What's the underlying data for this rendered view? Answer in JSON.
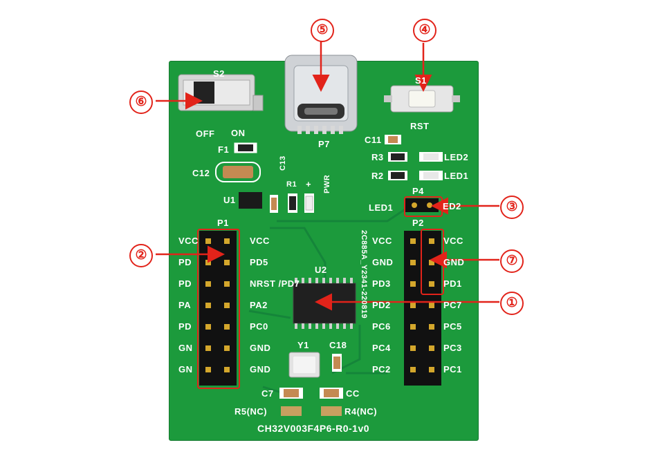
{
  "callouts": [
    "①",
    "②",
    "③",
    "④",
    "⑤",
    "⑥",
    "⑦"
  ],
  "silkscreen": {
    "s2": "S2",
    "off": "OFF",
    "on": "ON",
    "f1": "F1",
    "c12": "C12",
    "u1": "U1",
    "c13": "C13",
    "r1": "R1",
    "plus": "+",
    "pwr": "PWR",
    "p7": "P7",
    "s1": "S1",
    "rst": "RST",
    "c11": "C11",
    "r3": "R3",
    "r2": "R2",
    "led2": "LED2",
    "led1": "LED1",
    "p4": "P4",
    "led1b": "LED1",
    "led2b": "ED2",
    "p1": "P1",
    "p2": "P2",
    "u2": "U2",
    "y1": "Y1",
    "c18": "C18",
    "c7": "C7",
    "cc": "CC",
    "r5": "R5(NC)",
    "r4": "R4(NC)",
    "board_id": "CH32V003F4P6-R0-1v0",
    "vertical_code": "2C885A_Y2341-220819",
    "p1_left": [
      "VCC",
      "PD",
      "PD",
      "PA",
      "PD",
      "GN",
      "GN"
    ],
    "p1_right": [
      "VCC",
      "PD5",
      "NRST /PD7",
      "PA2",
      "PC0",
      "GND",
      "GND"
    ],
    "p2_left": [
      "VCC",
      "GND",
      "PD3",
      "PD2",
      "PC6",
      "PC4",
      "PC2"
    ],
    "p2_right": [
      "VCC",
      "GND",
      "PD1",
      "PC7",
      "PC5",
      "PC3",
      "PC1"
    ]
  },
  "colors": {
    "pcb": "#1c9a3c",
    "silk": "#ffffff",
    "callout": "#e2231a"
  }
}
